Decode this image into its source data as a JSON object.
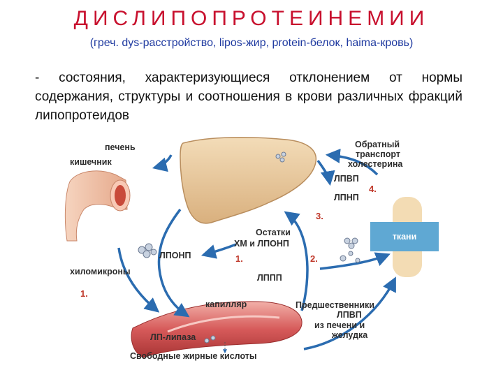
{
  "title": "ДИСЛИПОПРОТЕИНЕМИИ",
  "subtitle": "(греч. dys-расстройство, lipos-жир, protein-белок, haima-кровь)",
  "definition": "- состояния, характеризующиеся отклонением от нормы содержания, структуры и соотношения в крови различных фракций липопротеидов",
  "diagram": {
    "labels": {
      "liver": "печень",
      "intestine": "кишечник",
      "reverse1": "Обратный",
      "reverse2": "транспорт",
      "reverse3": "холестерина",
      "hdl": "ЛПВП",
      "ldl": "ЛПНП",
      "tissues": "ткани",
      "remnants1": "Остатки",
      "remnants2": "ХМ и ЛПОНП",
      "vldl": "ЛПОНП",
      "chylomicrons": "хиломикроны",
      "idl": "ЛППП",
      "capillary": "капилляр",
      "precursors1": "Предшественники",
      "precursors2": "ЛПВП",
      "precursors3": "из печени и",
      "precursors4": "желудка",
      "lipase": "ЛП-липаза",
      "fatty_acids": "Свободные жирные кислоты"
    },
    "steps": {
      "step1a": "1.",
      "step1b": "1.",
      "step2": "2.",
      "step3": "3.",
      "step4": "4."
    },
    "colors": {
      "arrow": "#2b6cb0",
      "step_number": "#c0392b",
      "liver": "#e8c9a0",
      "tissue_box": "#5fa8d3",
      "capillary": "#d65a5a"
    },
    "icons": [
      "liver",
      "intestine",
      "capillary",
      "tissue-cell",
      "lipoprotein-particle"
    ]
  }
}
